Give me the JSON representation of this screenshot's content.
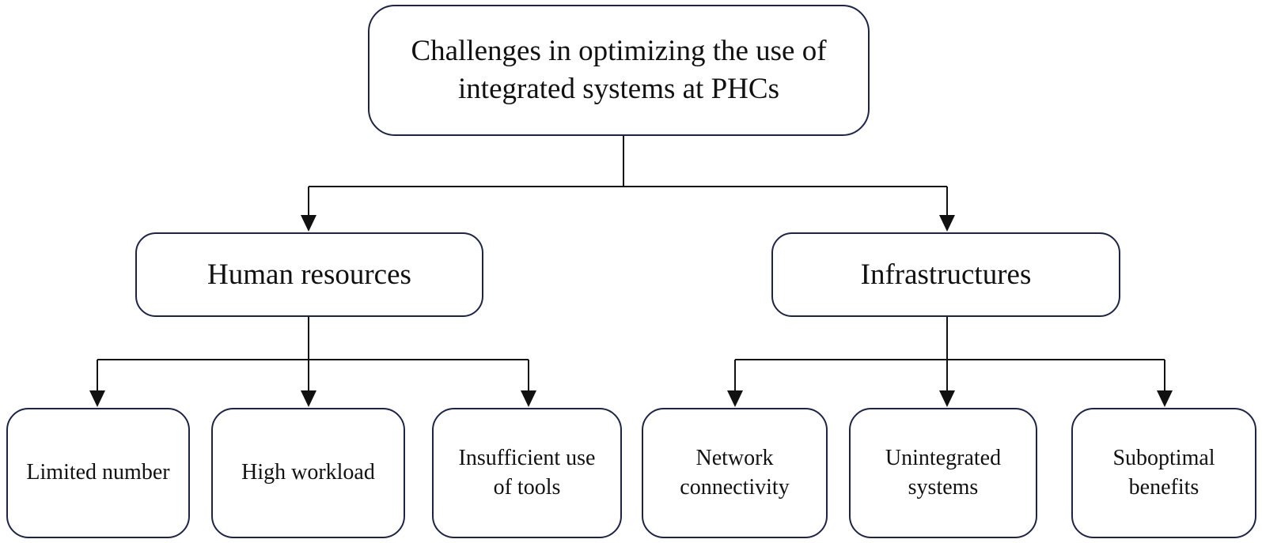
{
  "root": {
    "label": "Challenges in optimizing the use of integrated systems at PHCs"
  },
  "categories": [
    {
      "label": "Human resources",
      "children": [
        {
          "label": "Limited number"
        },
        {
          "label": "High workload"
        },
        {
          "label": "Insufficient use of tools"
        }
      ]
    },
    {
      "label": "Infrastructures",
      "children": [
        {
          "label": "Network connectivity"
        },
        {
          "label": "Unintegrated systems"
        },
        {
          "label": "Suboptimal benefits"
        }
      ]
    }
  ],
  "colors": {
    "box_border": "#1d2446",
    "connector": "#111111",
    "text": "#111111",
    "background": "#ffffff"
  }
}
